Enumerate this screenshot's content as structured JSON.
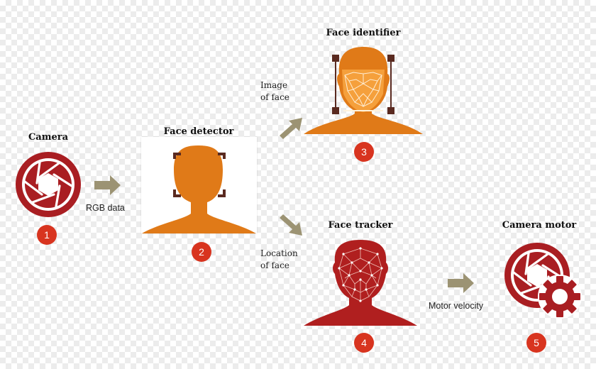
{
  "colors": {
    "camera_red": "#a91e22",
    "silhouette_orange": "#e07a18",
    "face_orange": "#f5a03c",
    "tracker_red": "#b01f1f",
    "badge_red": "#d8341f",
    "arrow_khaki": "#9c9373",
    "bracket_dark": "#5a2a20"
  },
  "nodes": {
    "camera": {
      "title": "Camera",
      "step": "1",
      "icon": "camera-aperture-icon"
    },
    "face_detector": {
      "title": "Face detector",
      "step": "2",
      "icon": "head-silhouette-icon"
    },
    "face_identifier": {
      "title": "Face identifier",
      "step": "3",
      "icon": "face-mesh-icon"
    },
    "face_tracker": {
      "title": "Face tracker",
      "step": "4",
      "icon": "face-wireframe-icon"
    },
    "camera_motor": {
      "title": "Camera motor",
      "step": "5",
      "icon": "aperture-gear-icon"
    }
  },
  "edges": {
    "rgb": {
      "label": "RGB data"
    },
    "image_of_face": {
      "line1": "Image",
      "line2": "of face"
    },
    "location_of_face": {
      "line1": "Location",
      "line2": "of face"
    },
    "motor_velocity": {
      "label": "Motor velocity"
    }
  }
}
